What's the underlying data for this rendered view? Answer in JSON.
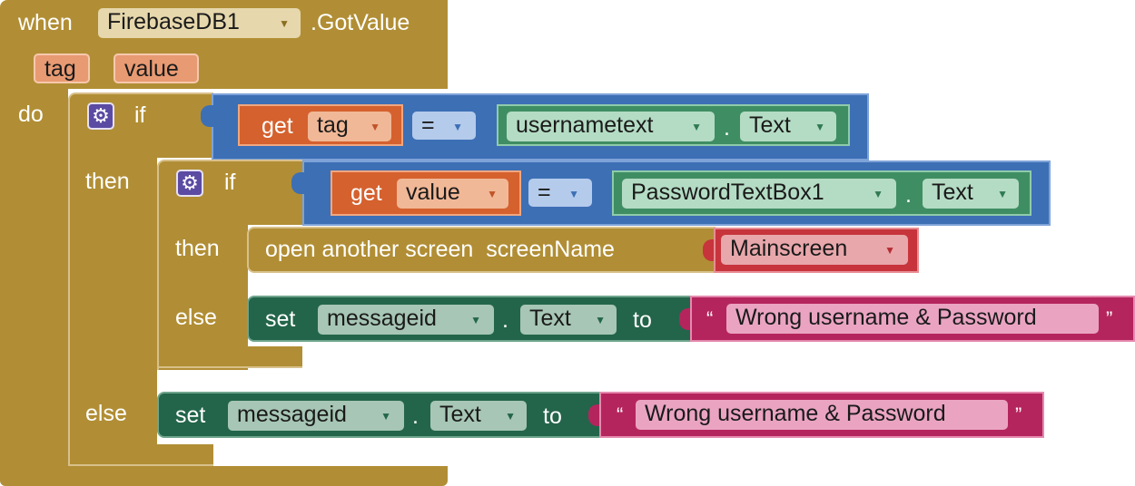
{
  "event": {
    "when": "when",
    "component": "FirebaseDB1",
    "event_name": ".GotValue",
    "params": [
      "tag",
      "value"
    ],
    "do": "do"
  },
  "outer_if": {
    "if_label": "if",
    "then_label": "then",
    "else_label": "else",
    "condition": {
      "get": "get",
      "var": "tag",
      "op": "=",
      "component": "usernametext",
      "dot": ".",
      "prop": "Text"
    }
  },
  "inner_if": {
    "if_label": "if",
    "then_label": "then",
    "else_label": "else",
    "condition": {
      "get": "get",
      "var": "value",
      "op": "=",
      "component": "PasswordTextBox1",
      "dot": ".",
      "prop": "Text"
    },
    "then_block": {
      "label": "open another screen  screenName",
      "screen": "Mainscreen"
    },
    "else_block": {
      "set": "set",
      "component": "messageid",
      "dot": ".",
      "prop": "Text",
      "to": "to",
      "quote_open": "“",
      "text": "Wrong username & Password",
      "quote_close": "”"
    }
  },
  "outer_else_block": {
    "set": "set",
    "component": "messageid",
    "dot": ".",
    "prop": "Text",
    "to": "to",
    "quote_open": "“",
    "text": "Wrong username & Password",
    "quote_close": "”"
  },
  "icons": {
    "mutator": "gear-icon",
    "dropdown": "triangle-down-icon"
  },
  "colors": {
    "control": "#b18e35",
    "logic": "#3d6fb5",
    "component": "#3f8e63",
    "set_block": "#23654a",
    "variable": "#d5612e",
    "text": "#b5255d",
    "screen": "#c7343c"
  }
}
